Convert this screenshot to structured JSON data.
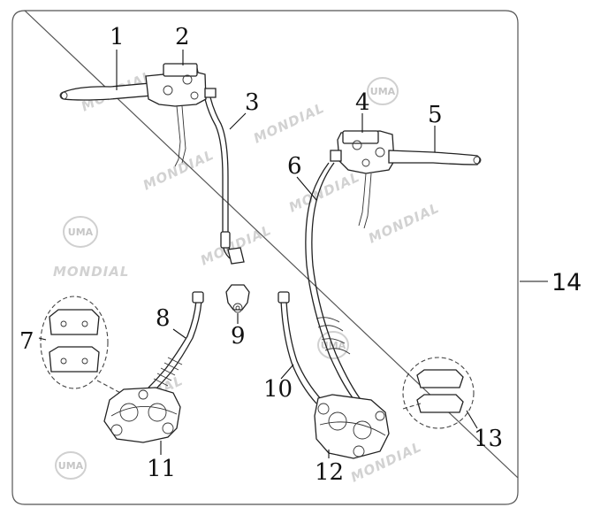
{
  "diagram": {
    "callouts": [
      {
        "id": "1",
        "label": "1"
      },
      {
        "id": "2",
        "label": "2"
      },
      {
        "id": "3",
        "label": "3"
      },
      {
        "id": "4",
        "label": "4"
      },
      {
        "id": "5",
        "label": "5"
      },
      {
        "id": "6",
        "label": "6"
      },
      {
        "id": "7",
        "label": "7"
      },
      {
        "id": "8",
        "label": "8"
      },
      {
        "id": "9",
        "label": "9"
      },
      {
        "id": "10",
        "label": "10"
      },
      {
        "id": "11",
        "label": "11"
      },
      {
        "id": "12",
        "label": "12"
      },
      {
        "id": "13",
        "label": "13"
      },
      {
        "id": "14",
        "label": "14"
      }
    ],
    "watermark": {
      "brand": "MONDIAL",
      "logo_text": "UMA"
    }
  }
}
